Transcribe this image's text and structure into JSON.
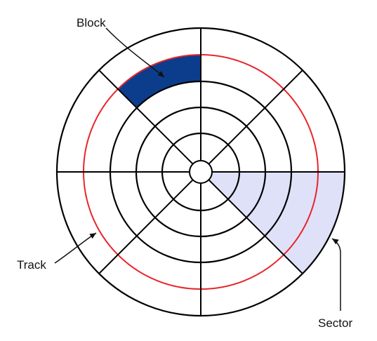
{
  "diagram": {
    "labels": {
      "block": "Block",
      "track": "Track",
      "sector": "Sector"
    },
    "colors": {
      "outline": "#000000",
      "track_highlight": "#e8252b",
      "block_fill": "#0c3d8c",
      "sector_fill": "#dfe1f8",
      "label": "#111111",
      "background": "#ffffff"
    },
    "structure": {
      "sector_count": 8,
      "track_ring_count": 5,
      "highlighted_track_ring": 2
    }
  }
}
